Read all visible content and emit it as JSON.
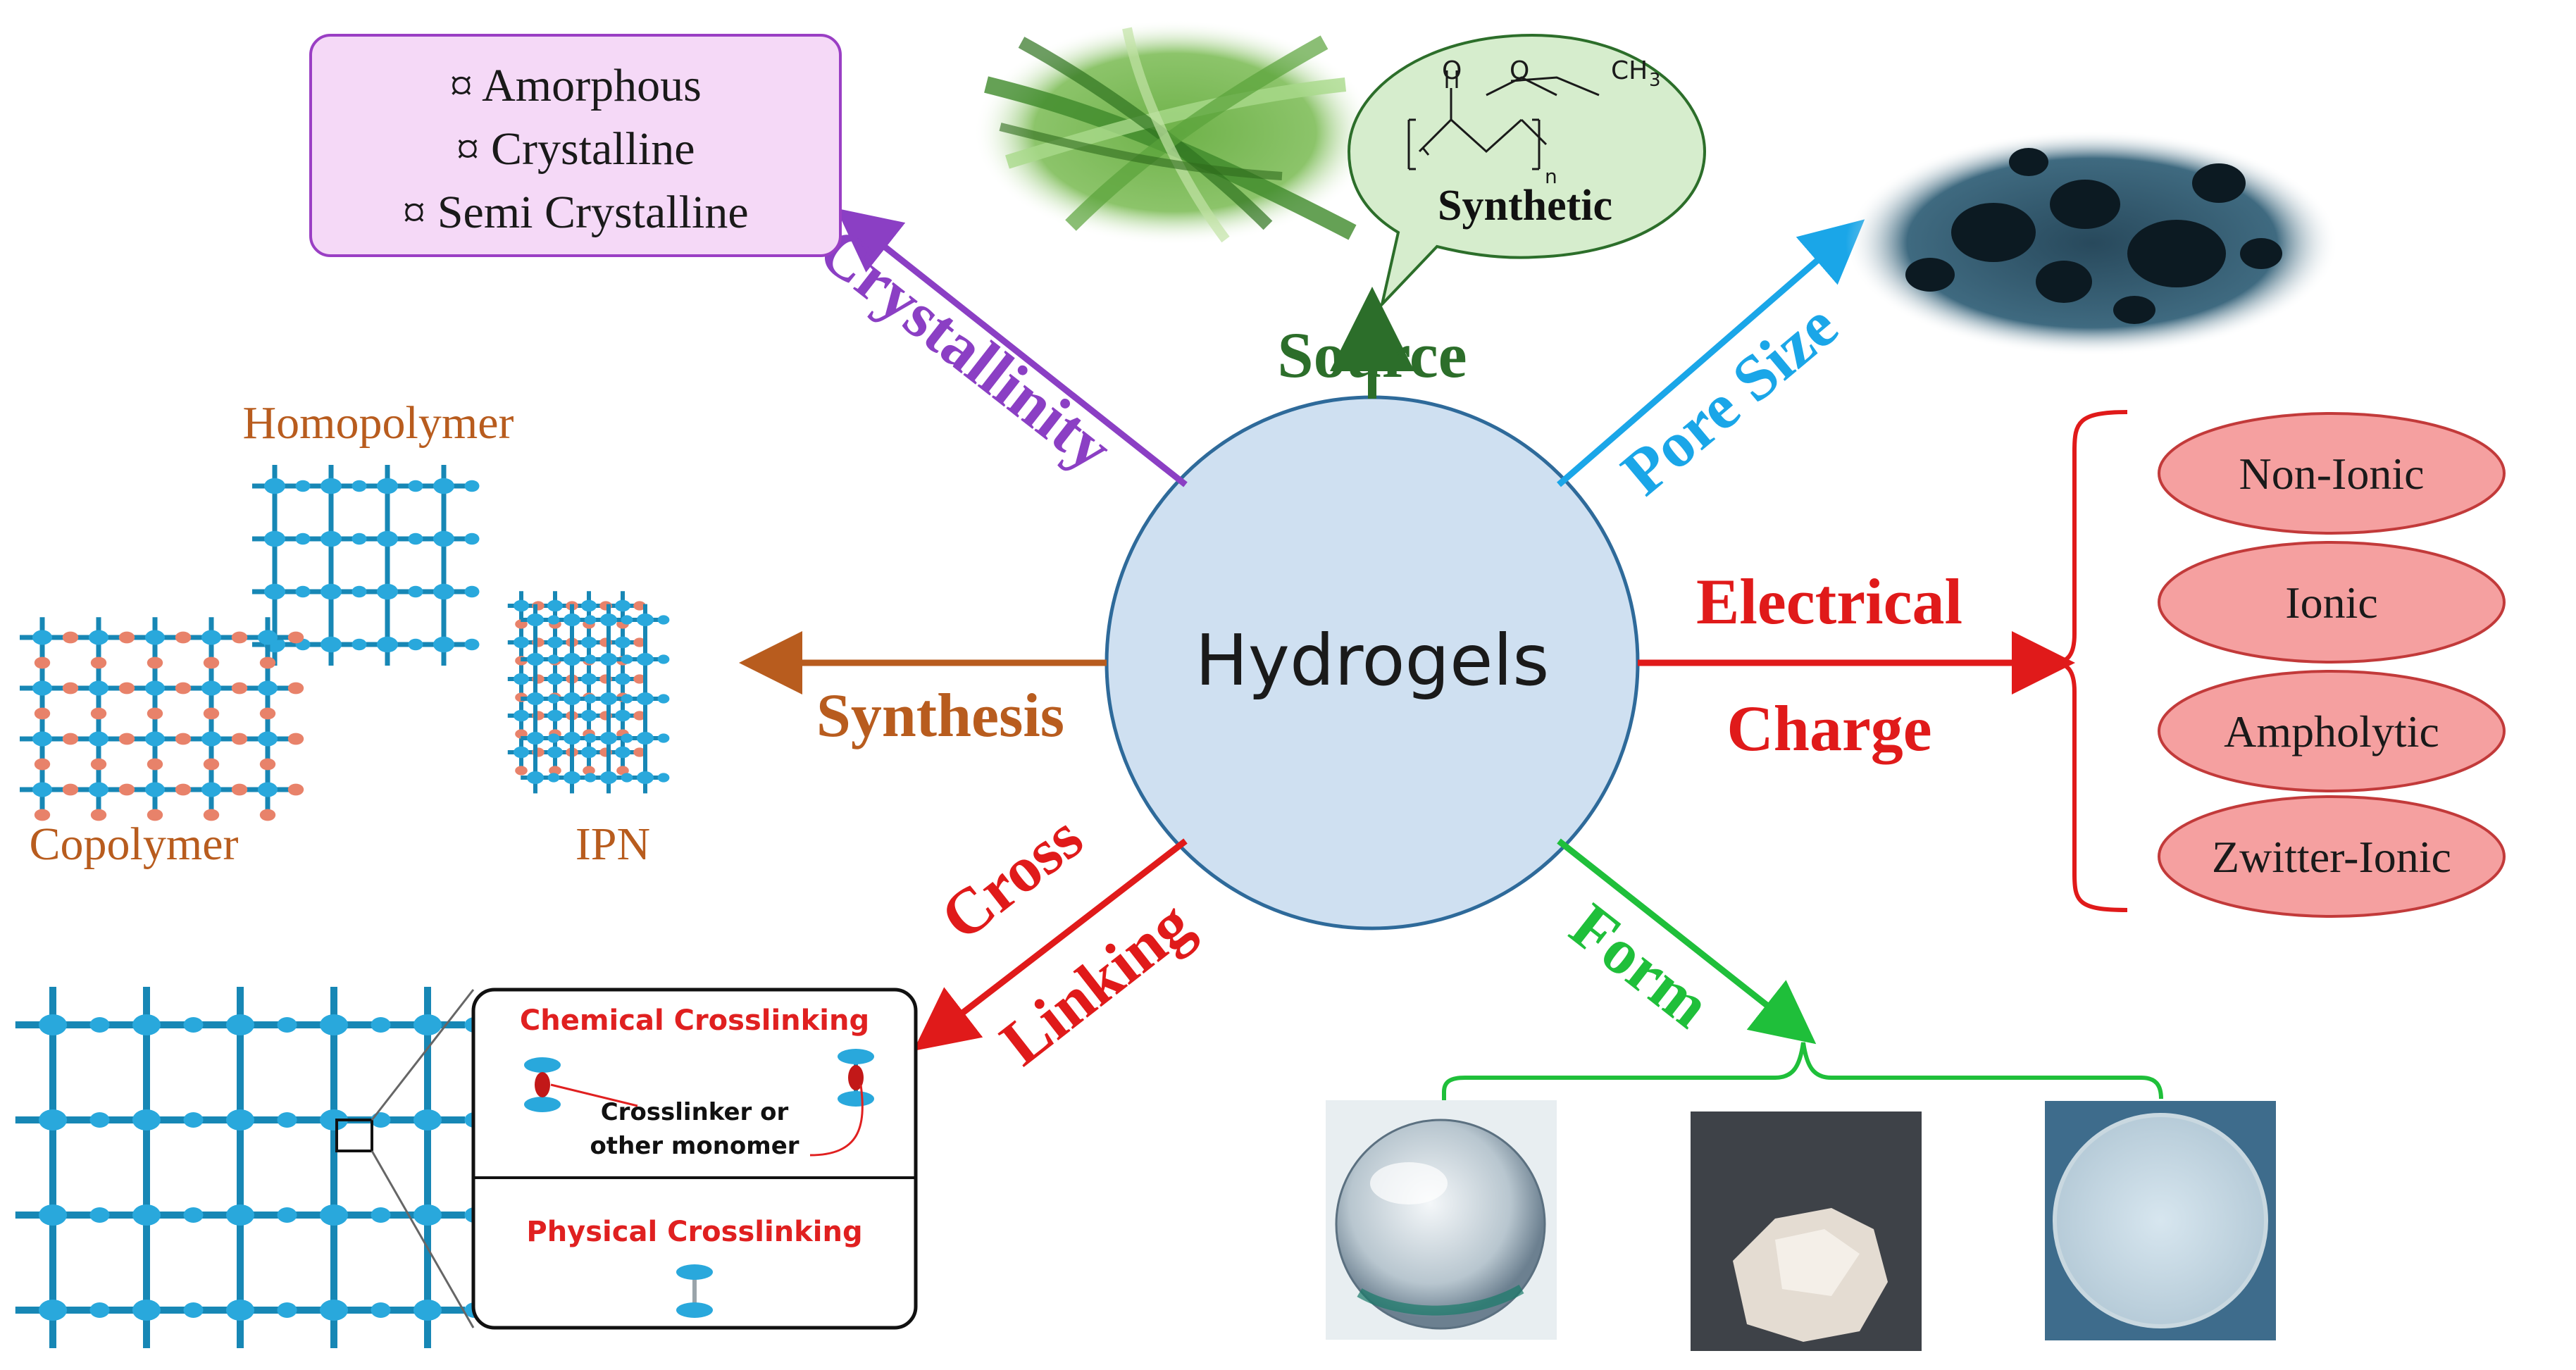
{
  "center": {
    "label": "Hydrogels",
    "fill": "#cfe0f1",
    "stroke": "#2e6a9a"
  },
  "crystallinity": {
    "label": "Crystallinity",
    "color": "#8b3fc4",
    "items": [
      "¤ Amorphous",
      "¤ Crystalline",
      "¤ Semi Crystalline"
    ]
  },
  "source": {
    "label": "Source",
    "color": "#2c6e2a",
    "natural_image": "grass-leaves",
    "bubble_label": "Synthetic",
    "formula": {
      "o1": "O",
      "o2": "O",
      "ch3": "CH",
      "sub3": "3",
      "n": "n"
    }
  },
  "pore_size": {
    "label": "Pore Size",
    "color": "#1aa6e8"
  },
  "electrical_charge": {
    "label_line1": "Electrical",
    "label_line2": "Charge",
    "color": "#e01a1a",
    "items": [
      "Non-Ionic",
      "Ionic",
      "Ampholytic",
      "Zwitter-Ionic"
    ],
    "item_fill": "#f5a0a0"
  },
  "synthesis": {
    "label": "Synthesis",
    "color": "#b85c1e",
    "types": [
      "Homopolymer",
      "Copolymer",
      "IPN"
    ]
  },
  "cross_linking": {
    "label_line1": "Cross",
    "label_line2": "Linking",
    "color": "#e01a1a",
    "chemical_title": "Chemical Crosslinking",
    "crosslinker_line1": "Crosslinker or",
    "crosslinker_line2": "other monomer",
    "physical_title": "Physical Crosslinking"
  },
  "form": {
    "label": "Form",
    "color": "#1fbf3a",
    "photos": [
      "sphere",
      "powder",
      "film"
    ]
  },
  "colors": {
    "network_node": "#29a8dc",
    "network_bond": "#1787b5",
    "copolymer_node": "#e8826a"
  }
}
